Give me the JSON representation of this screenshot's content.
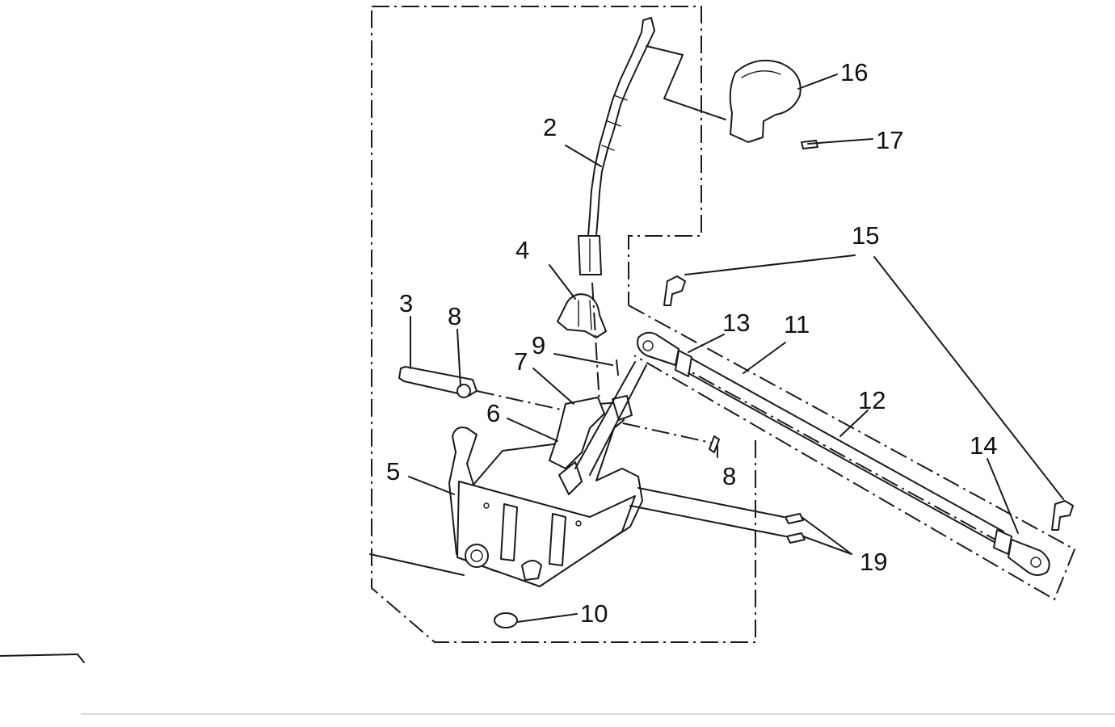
{
  "callouts": {
    "c2": "2",
    "c3": "3",
    "c4": "4",
    "c5": "5",
    "c6": "6",
    "c7": "7",
    "c8a": "8",
    "c8b": "8",
    "c9": "9",
    "c10": "10",
    "c11": "11",
    "c12": "12",
    "c13": "13",
    "c14": "14",
    "c15": "15",
    "c16": "16",
    "c17": "17",
    "c19": "19"
  },
  "colors": {
    "line": "#1a1a1a",
    "background": "#ffffff",
    "faint_rule": "#d9d9d9"
  }
}
